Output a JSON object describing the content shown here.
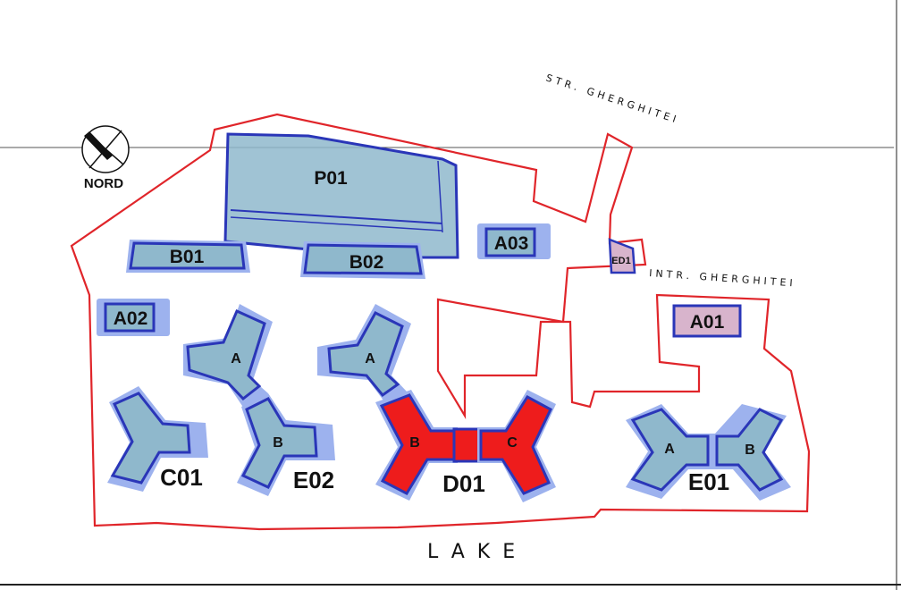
{
  "compass": {
    "label": "NORD",
    "icon": "north-arrow-icon"
  },
  "streets": {
    "str": "STR. GHERGHITEI",
    "intr": "INTR. GHERGHITEI"
  },
  "lake": "LAKE",
  "colors": {
    "boundary": "#e0252a",
    "building_fill": "#8fb8cc",
    "building_halo": "#9db2ee",
    "building_outline": "#2a36b8",
    "highlight_fill": "#ee1c1c",
    "special_fill": "#d8b4cc"
  },
  "buildings": {
    "p01": "P01",
    "b01": "B01",
    "b02": "B02",
    "a03": "A03",
    "ed1": "ED1",
    "a02": "A02",
    "a01": "A01",
    "c01": "C01",
    "e02": "E02",
    "e02_a": "A",
    "e02_b": "B",
    "d01": "D01",
    "d01_a": "A",
    "d01_b": "B",
    "d01_c": "C",
    "e01": "E01",
    "e01_a": "A",
    "e01_b": "B"
  },
  "highlighted": "D01"
}
